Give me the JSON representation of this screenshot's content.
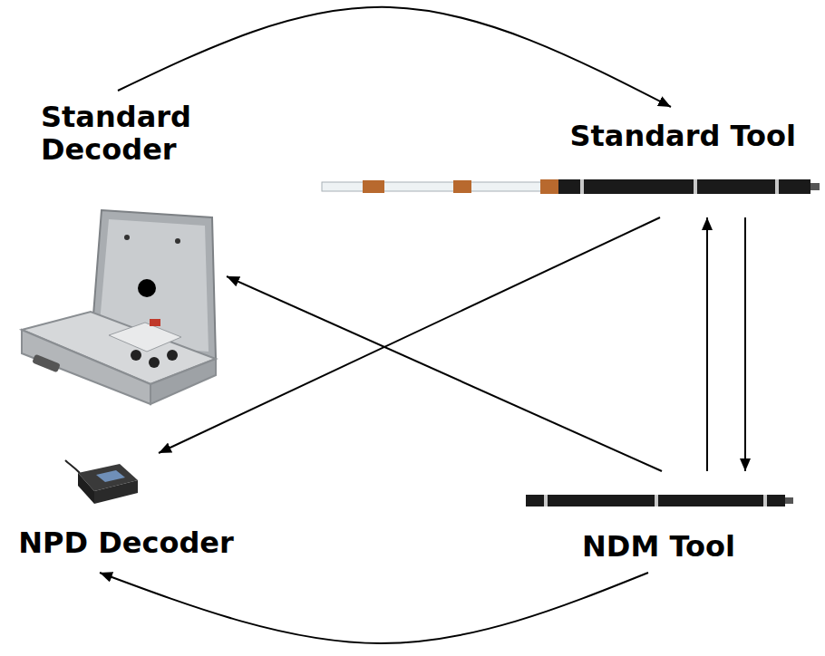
{
  "diagram": {
    "nodes": [
      {
        "text": [
          "Standard Decoder"
        ]
      },
      {
        "text": [
          "Standard Tool"
        ]
      },
      {
        "text": [
          "NPD Decoder"
        ]
      },
      {
        "text": [
          "NDM Tool"
        ]
      }
    ],
    "edges": [
      {
        "from": 0,
        "to": 1,
        "arrow": "to"
      },
      {
        "from": 1,
        "to": 2,
        "arrow": "to"
      },
      {
        "from": 1,
        "to": 3,
        "arrow": "to"
      },
      {
        "from": 3,
        "to": 1,
        "arrow": "to"
      },
      {
        "from": 3,
        "to": 0,
        "arrow": "to"
      },
      {
        "from": 3,
        "to": 2,
        "arrow": "to"
      }
    ]
  }
}
